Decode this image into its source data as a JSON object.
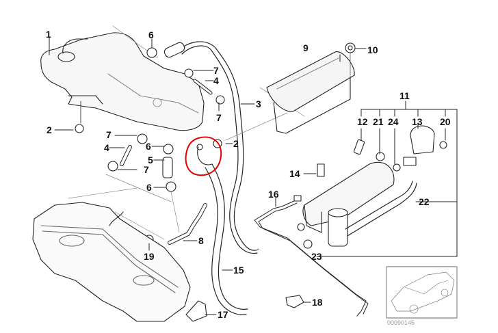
{
  "diagram": {
    "title": "Fuel tank breather valve / activated carbon filter parts diagram",
    "catalog_number": "00090145",
    "highlight_color": "#e00000",
    "highlighted_part": "breather valve (circled, near label 2)",
    "labels": {
      "l1": "1",
      "l2a": "2",
      "l2b": "2",
      "l3": "3",
      "l4a": "4",
      "l4b": "4",
      "l5": "5",
      "l6a": "6",
      "l6b": "6",
      "l6c": "6",
      "l7a": "7",
      "l7b": "7",
      "l7c": "7",
      "l7d": "7",
      "l8": "8",
      "l9": "9",
      "l10": "10",
      "l11": "11",
      "l12": "12",
      "l13": "13",
      "l14": "14",
      "l15": "15",
      "l16": "16",
      "l17": "17",
      "l18": "18",
      "l19": "19",
      "l20": "20",
      "l21": "21",
      "l22": "22",
      "l23": "23",
      "l24": "24"
    }
  }
}
